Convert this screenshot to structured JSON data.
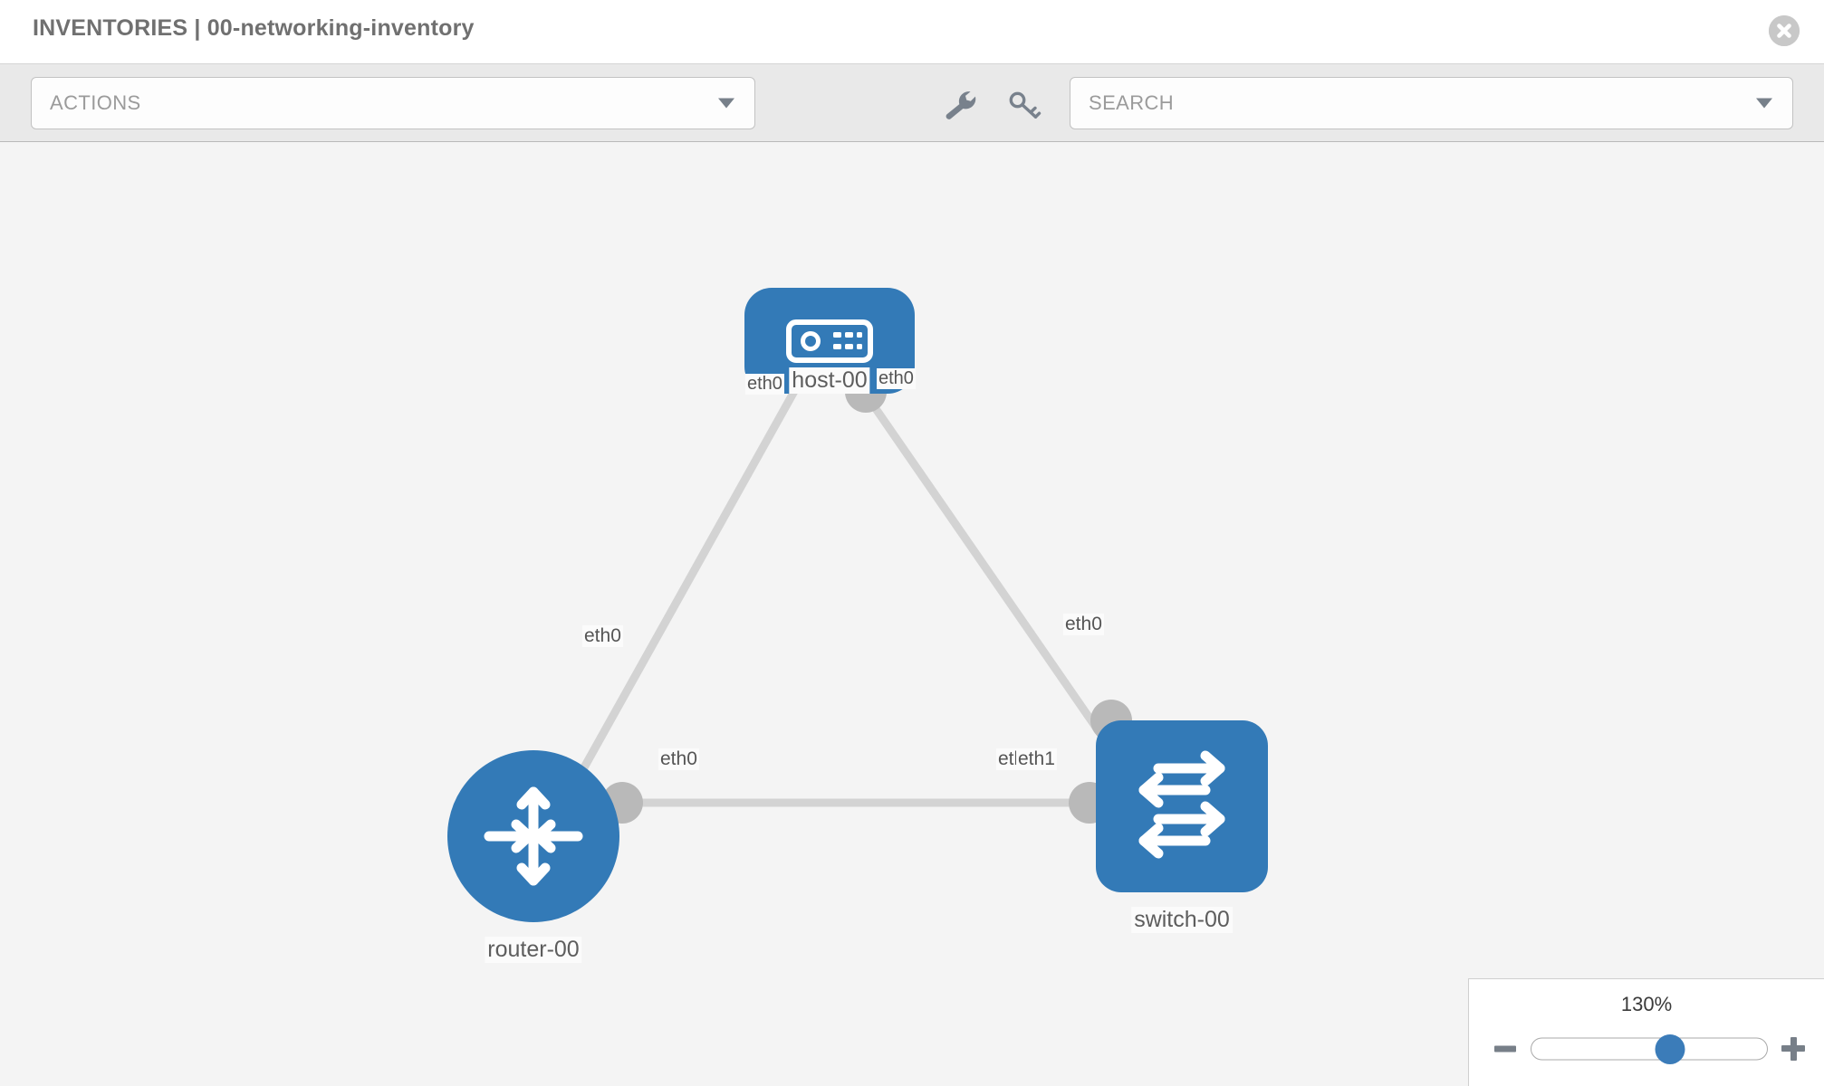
{
  "header": {
    "title": "INVENTORIES | 00-networking-inventory",
    "close_icon": "close-circle-icon"
  },
  "toolbar": {
    "actions_label": "ACTIONS",
    "actions_caret_icon": "chevron-down-icon",
    "wrench_icon": "wrench-icon",
    "key_icon": "key-icon",
    "search_placeholder": "SEARCH",
    "search_value": "SEARCH",
    "search_caret_icon": "chevron-down-icon"
  },
  "topology": {
    "nodes": [
      {
        "id": "host-00",
        "label": "host-00",
        "type": "host",
        "icon": "server-device-icon",
        "shape": "rounded-rect",
        "color": "#337ab7"
      },
      {
        "id": "router-00",
        "label": "router-00",
        "type": "router",
        "icon": "router-arrows-icon",
        "shape": "circle",
        "color": "#337ab7"
      },
      {
        "id": "switch-00",
        "label": "switch-00",
        "type": "switch",
        "icon": "switch-arrows-icon",
        "shape": "rounded-square",
        "color": "#337ab7"
      }
    ],
    "links": [
      {
        "source": "host-00",
        "target": "router-00",
        "source_iface": "eth0",
        "target_iface": "eth0"
      },
      {
        "source": "host-00",
        "target": "switch-00",
        "source_iface": "eth0",
        "target_iface": "eth0"
      },
      {
        "source": "router-00",
        "target": "switch-00",
        "source_iface": "eth0",
        "target_iface": "eth1"
      }
    ],
    "iface_labels": {
      "host_left": "eth0",
      "host_right": "eth0",
      "router_up": "eth0",
      "switch_up": "eth0",
      "router_right": "eth0",
      "switch_left_overlap": "eth",
      "switch_left": "eth1"
    },
    "link_color": "#d3d3d3",
    "peg_color": "#b9b9b9"
  },
  "zoom_control": {
    "value_label": "130%",
    "minus_label": "−",
    "plus_label": "+",
    "slider_percent": 59
  },
  "colors": {
    "accent_blue": "#337ab7",
    "toolbar_bg": "#e9e9e9",
    "canvas_bg": "#f4f4f4",
    "muted_text": "#9b9b9b",
    "title_text": "#707070"
  }
}
